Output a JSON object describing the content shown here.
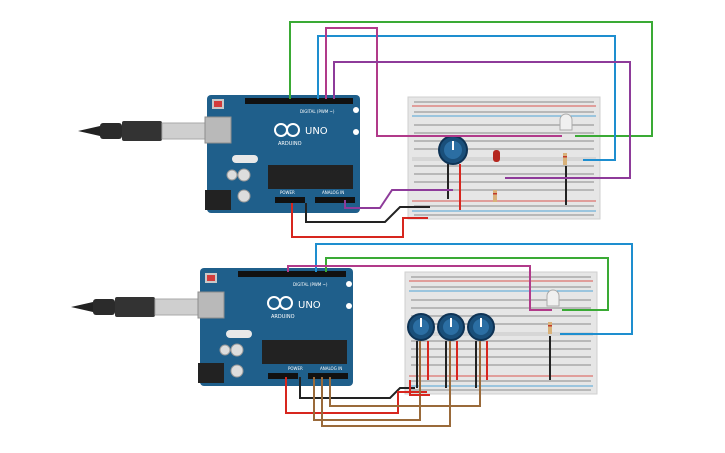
{
  "circuits": [
    {
      "board": {
        "brand": "ARDUINO",
        "model": "UNO",
        "header_digital": "DIGITAL (PWM ~)",
        "header_power": "POWER",
        "header_analog": "ANALOG IN",
        "color": "#1f5f8b"
      },
      "components": [
        "potentiometer",
        "red-led",
        "rgb-led"
      ]
    },
    {
      "board": {
        "brand": "ARDUINO",
        "model": "UNO",
        "header_digital": "DIGITAL (PWM ~)",
        "header_power": "POWER",
        "header_analog": "ANALOG IN",
        "color": "#1f5f8b"
      },
      "components": [
        "potentiometer",
        "potentiometer",
        "potentiometer",
        "rgb-led"
      ]
    }
  ],
  "wire_colors": {
    "green": "#3aaa35",
    "blue": "#1e8ecf",
    "purple": "#8e3b9a",
    "magenta": "#b13a8a",
    "red": "#d7261e",
    "black": "#222222",
    "brown": "#9a6a3a"
  }
}
